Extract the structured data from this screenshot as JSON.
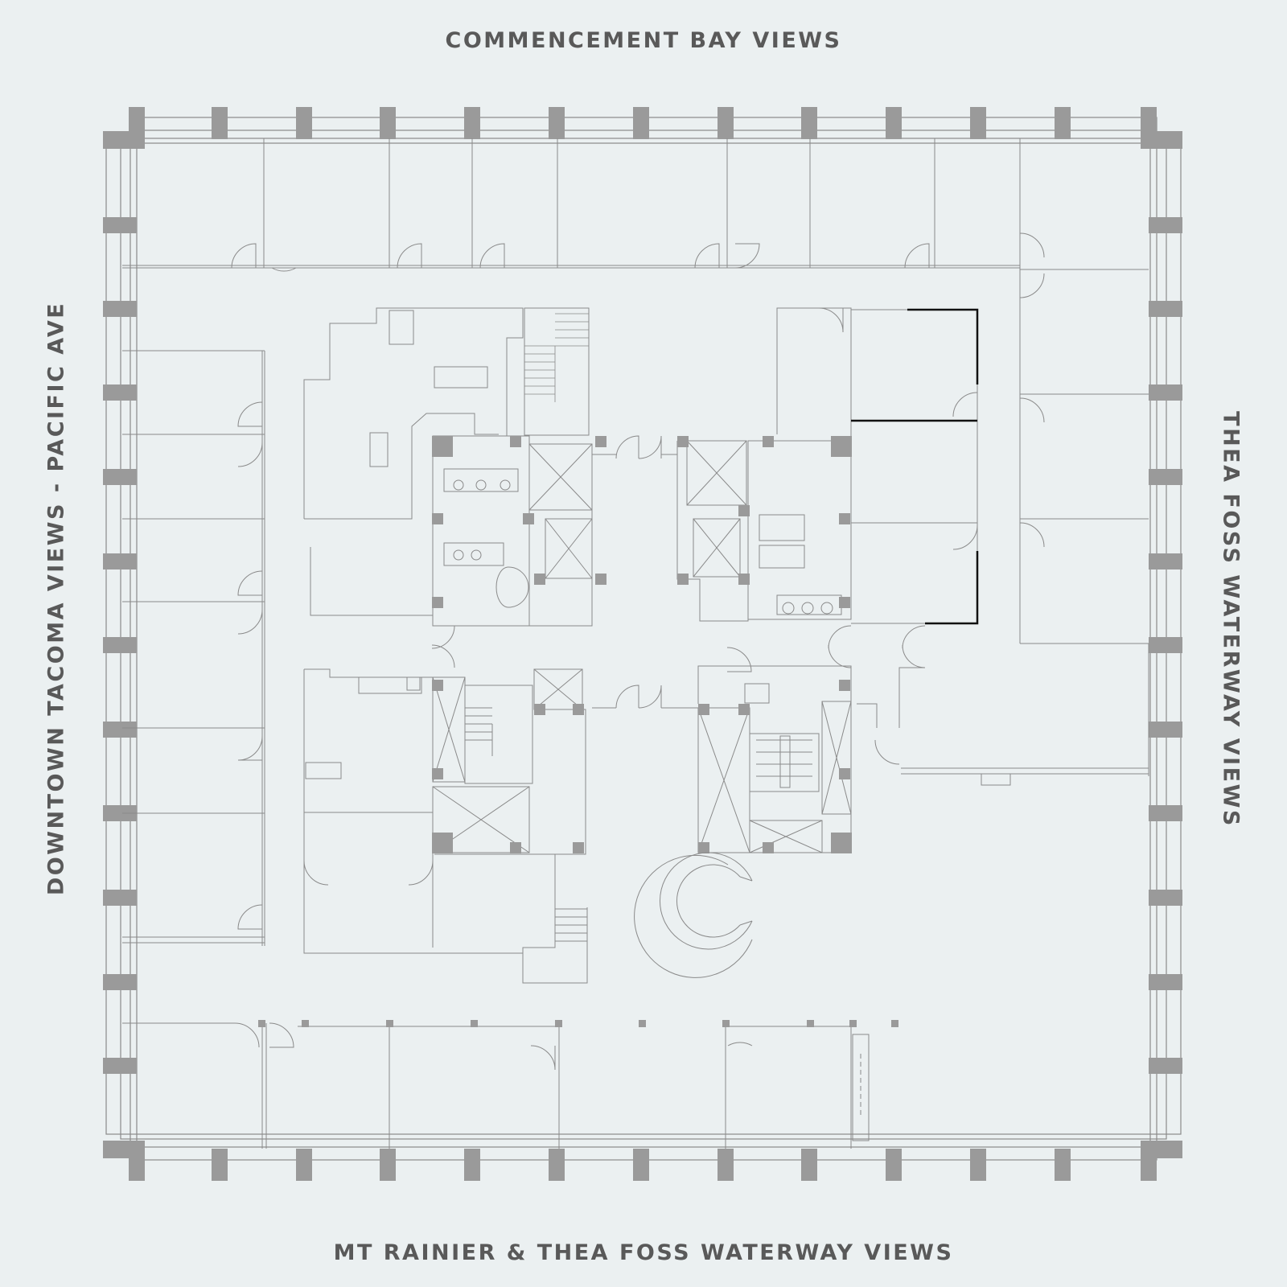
{
  "labels": {
    "top": "COMMENCEMENT BAY VIEWS",
    "bottom": "MT RAINIER & THEA FOSS WATERWAY VIEWS",
    "left": "DOWNTOWN TACOMA VIEWS - PACIFIC AVE",
    "right": "THEA FOSS WATERWAY VIEWS"
  },
  "colors": {
    "background": "#ebf0f1",
    "label_text": "#595959",
    "wall_line": "#8a8a8a",
    "column_fill": "#9a9a9a",
    "highlight_wall": "#111111"
  }
}
